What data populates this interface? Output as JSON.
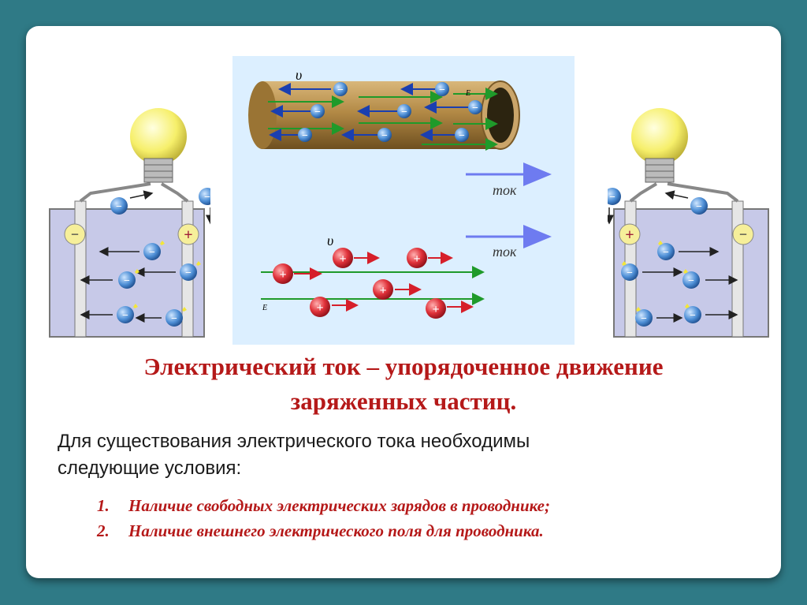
{
  "labels": {
    "velocity": "υ",
    "field": "E",
    "current": "ток",
    "minus": "−",
    "plus": "+"
  },
  "heading": {
    "line1": "Электрический ток – упорядоченное движение",
    "line2": "заряженных частиц."
  },
  "intro": {
    "line1": "Для существования электрического тока необходимы",
    "line2": "следующие условия:"
  },
  "conditions": [
    {
      "num": "1.",
      "text": "Наличие свободных электрических зарядов в проводнике;"
    },
    {
      "num": "2.",
      "text": "Наличие внешнего электрического поля для проводника."
    }
  ],
  "colors": {
    "heading": "#b51919",
    "frame": "#2f7a86",
    "electron": "#2a6fb5",
    "ion": "#d61f2a",
    "field_line": "#1f9a2a",
    "velocity_arrow": "#1a3fb0",
    "current_arrow": "#6e7bf0"
  },
  "icons": [
    "light-bulb-icon",
    "electron-icon",
    "positive-ion-icon",
    "spark-icon"
  ]
}
